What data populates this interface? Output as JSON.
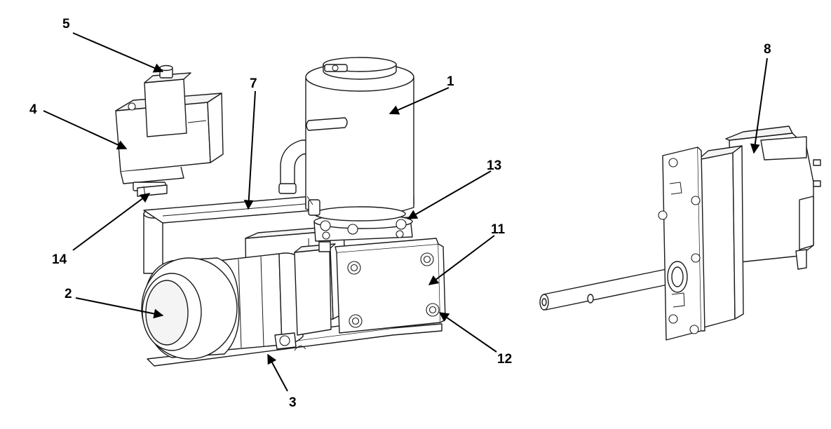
{
  "callouts": [
    {
      "id": "c1",
      "label": "1"
    },
    {
      "id": "c2",
      "label": "2"
    },
    {
      "id": "c3",
      "label": "3"
    },
    {
      "id": "c4",
      "label": "4"
    },
    {
      "id": "c5",
      "label": "5"
    },
    {
      "id": "c7",
      "label": "7"
    },
    {
      "id": "c8",
      "label": "8"
    },
    {
      "id": "c11",
      "label": "11"
    },
    {
      "id": "c12",
      "label": "12"
    },
    {
      "id": "c13",
      "label": "13"
    },
    {
      "id": "c14",
      "label": "14"
    }
  ],
  "colors": {
    "line": "#1a1a1a",
    "background": "#ffffff",
    "label": "#000000"
  }
}
